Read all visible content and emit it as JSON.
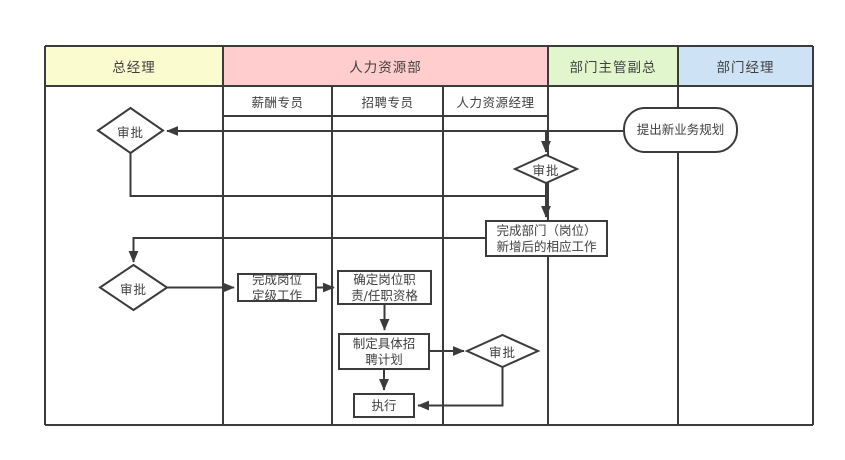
{
  "diagram": {
    "type": "swimlane-flowchart",
    "line_color": "#3b3b3b",
    "shape_fill": "#ffffff",
    "text_color": "#3f3f3f",
    "lanes": [
      {
        "label": "总经理",
        "color": "#FBFBD0"
      },
      {
        "label": "人力资源部",
        "color": "#FFCDCD",
        "sub_lanes": [
          "薪酬专员",
          "招聘专员",
          "人力资源经理"
        ]
      },
      {
        "label": "部门主管副总",
        "color": "#E1F6CC"
      },
      {
        "label": "部门经理",
        "color": "#CDE2F5"
      }
    ],
    "nodes": {
      "start": {
        "type": "rounded-rect",
        "label": "提出新业务规划"
      },
      "approve_gm_top": {
        "type": "decision",
        "label": "审批"
      },
      "approve_hr_manager": {
        "type": "decision",
        "label": "审批"
      },
      "complete_dept_work": {
        "type": "process",
        "label": "完成部门（岗位）\n新增后的相应工作"
      },
      "approve_gm_second": {
        "type": "decision",
        "label": "审批"
      },
      "complete_grading": {
        "type": "process",
        "label": "完成岗位\n定级工作"
      },
      "define_duty": {
        "type": "process",
        "label": "确定岗位职\n责/任职资格"
      },
      "make_recruit_plan": {
        "type": "process",
        "label": "制定具体招\n聘计划"
      },
      "approve_plan": {
        "type": "decision",
        "label": "审批"
      },
      "execute": {
        "type": "process",
        "label": "执行"
      }
    }
  }
}
